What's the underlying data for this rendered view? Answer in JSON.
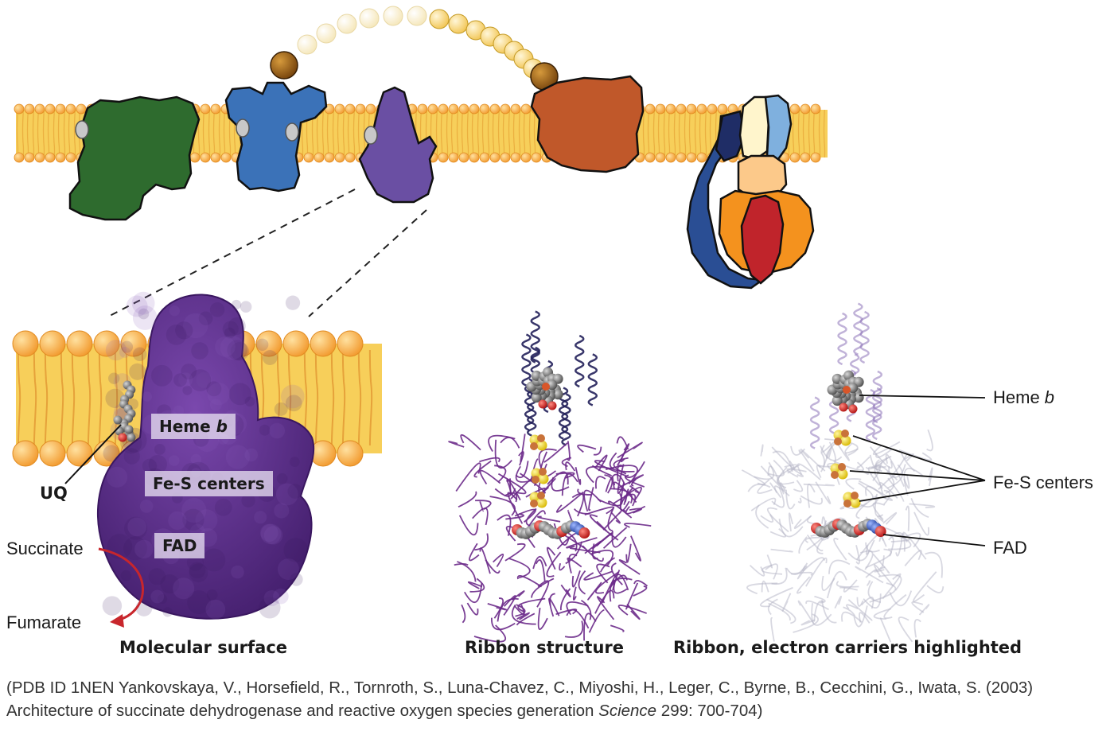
{
  "labels": {
    "heme_b_box_prefix": "Heme ",
    "heme_b_box_italic": "b",
    "fes_box": "Fe-S centers",
    "fad_box": "FAD",
    "uq": "UQ",
    "succinate": "Succinate",
    "fumarate": "Fumarate",
    "callout_heme_prefix": "Heme ",
    "callout_heme_italic": "b",
    "callout_fes": "Fe-S centers",
    "callout_fad": "FAD"
  },
  "panel_titles": {
    "surface": "Molecular surface",
    "ribbon": "Ribbon structure",
    "ribbon_highlighted": "Ribbon, electron carriers highlighted"
  },
  "citation": {
    "part1": "(PDB ID 1NEN Yankovskaya, V., Horsefield, R., Tornroth, S., Luna-Chavez, C., Miyoshi, H., Leger, C., Byrne, B., Cecchini, G., Iwata, S. (2003) Architecture of succinate dehydrogenase and reactive oxygen species generation ",
    "journal": "Science",
    "part2": " 299: 700-704)"
  },
  "colors": {
    "membrane": "#f7c94a",
    "lipid_head": "#f5a632",
    "complex1": "#2e6b2e",
    "complex3": "#3b72b8",
    "complex2": "#6a4fa3",
    "complex4": "#c0582a",
    "cytochrome_c": "#9a5a14",
    "atp_synthase_red": "#c0242b",
    "atp_synthase_orange": "#f4921e",
    "surface_purple": "#5b2e8c",
    "ribbon_navy": "#22205a",
    "ribbon_purple": "#6b2a8a",
    "arrow_red": "#c8262c"
  }
}
